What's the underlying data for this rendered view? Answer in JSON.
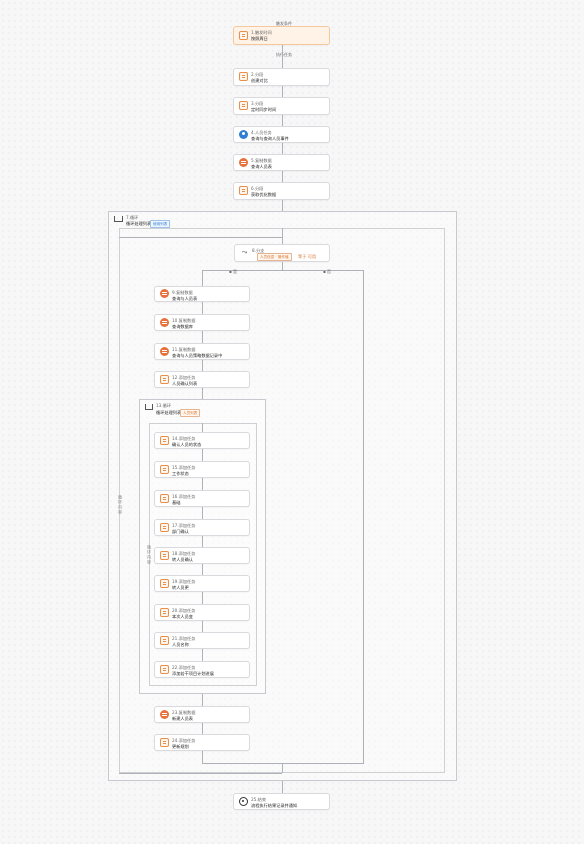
{
  "flow": {
    "top_caption": "触发条件",
    "trigger_caption": "执行任务",
    "start": {
      "step": "1.触发时间",
      "desc": "按照周日"
    },
    "steps": [
      {
        "step": "2.分段",
        "desc": "创建对比"
      },
      {
        "step": "3.分段",
        "desc": "定时同步时间"
      },
      {
        "step": "4.人员任务",
        "desc": "查询与查询人员事件"
      },
      {
        "step": "5.复制数据",
        "desc": "查询人员表"
      },
      {
        "step": "6.分段",
        "desc": "获取优化数据"
      }
    ],
    "outer_loop": {
      "title": "7.循环",
      "desc": "循环处理列表",
      "tag": "使用列表"
    },
    "branch": {
      "step": "8.分支",
      "tag": "人员信息 · 操作值",
      "suffix": "等于 可用",
      "yes_label": "是",
      "no_label": "否"
    },
    "yes_steps": [
      {
        "step": "9.复制数据",
        "desc": "查询与人员表"
      },
      {
        "step": "10.复制数据",
        "desc": "查询数据库"
      },
      {
        "step": "11.复制数据",
        "desc": "查询与人员策略数据记录中"
      },
      {
        "step": "12.添加任务",
        "desc": "人员确认列表"
      }
    ],
    "inner_loop": {
      "title": "13.循环",
      "desc": "循环处理列表",
      "tag": "人员列表"
    },
    "inner_steps": [
      {
        "step": "14.添加任务",
        "desc": "确认人员的状态"
      },
      {
        "step": "15.添加任务",
        "desc": "工作状态"
      },
      {
        "step": "16.添加任务",
        "desc": "基础"
      },
      {
        "step": "17.添加任务",
        "desc": "部门确认"
      },
      {
        "step": "18.添加任务",
        "desc": "转人员确认"
      },
      {
        "step": "19.添加任务",
        "desc": "转人员更"
      },
      {
        "step": "20.添加任务",
        "desc": "本次人员变"
      },
      {
        "step": "21.添加任务",
        "desc": "人员名称"
      },
      {
        "step": "22.添加任务",
        "desc": "添加若干项目计划进展"
      }
    ],
    "after_steps": [
      {
        "step": "23.复制数据",
        "desc": "新建人员表"
      },
      {
        "step": "24.添加任务",
        "desc": "更新规划"
      }
    ],
    "outer_vertical_caption": "循环内容",
    "inner_vertical_caption": "循环内容",
    "end": {
      "step": "25.结束",
      "desc": "流程执行结果记录并通知"
    }
  },
  "icons": {
    "start": "document-icon",
    "doc": "document-icon",
    "db": "database-icon",
    "user": "user-task-icon",
    "branch": "branch-icon",
    "end": "end-icon",
    "loop": "loop-icon"
  },
  "colors": {
    "accent": "#e8713c",
    "start_bg": "#fff3e8",
    "blue": "#2f7fd3"
  }
}
